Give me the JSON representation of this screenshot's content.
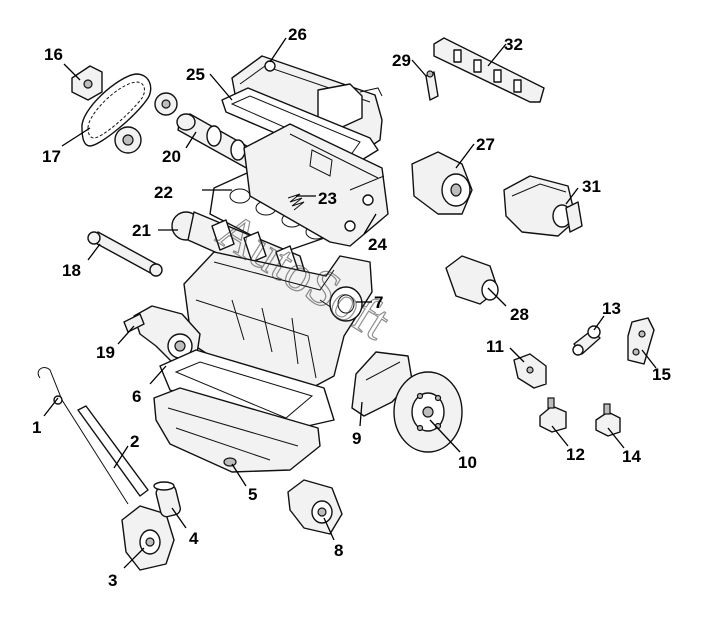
{
  "diagram": {
    "callouts": [
      {
        "id": "c1",
        "label": "1"
      },
      {
        "id": "c2",
        "label": "2"
      },
      {
        "id": "c3",
        "label": "3"
      },
      {
        "id": "c4",
        "label": "4"
      },
      {
        "id": "c5",
        "label": "5"
      },
      {
        "id": "c6",
        "label": "6"
      },
      {
        "id": "c7",
        "label": "7"
      },
      {
        "id": "c8",
        "label": "8"
      },
      {
        "id": "c9",
        "label": "9"
      },
      {
        "id": "c10",
        "label": "10"
      },
      {
        "id": "c11",
        "label": "11"
      },
      {
        "id": "c12",
        "label": "12"
      },
      {
        "id": "c13",
        "label": "13"
      },
      {
        "id": "c14",
        "label": "14"
      },
      {
        "id": "c15",
        "label": "15"
      },
      {
        "id": "c16",
        "label": "16"
      },
      {
        "id": "c17",
        "label": "17"
      },
      {
        "id": "c18",
        "label": "18"
      },
      {
        "id": "c19",
        "label": "19"
      },
      {
        "id": "c20",
        "label": "20"
      },
      {
        "id": "c21",
        "label": "21"
      },
      {
        "id": "c22",
        "label": "22"
      },
      {
        "id": "c23",
        "label": "23"
      },
      {
        "id": "c24",
        "label": "24"
      },
      {
        "id": "c25",
        "label": "25"
      },
      {
        "id": "c26",
        "label": "26"
      },
      {
        "id": "c27",
        "label": "27"
      },
      {
        "id": "c28",
        "label": "28"
      },
      {
        "id": "c29",
        "label": "29"
      },
      {
        "id": "c31",
        "label": "31"
      },
      {
        "id": "c32",
        "label": "32"
      }
    ],
    "watermark": "AutoSoft"
  }
}
